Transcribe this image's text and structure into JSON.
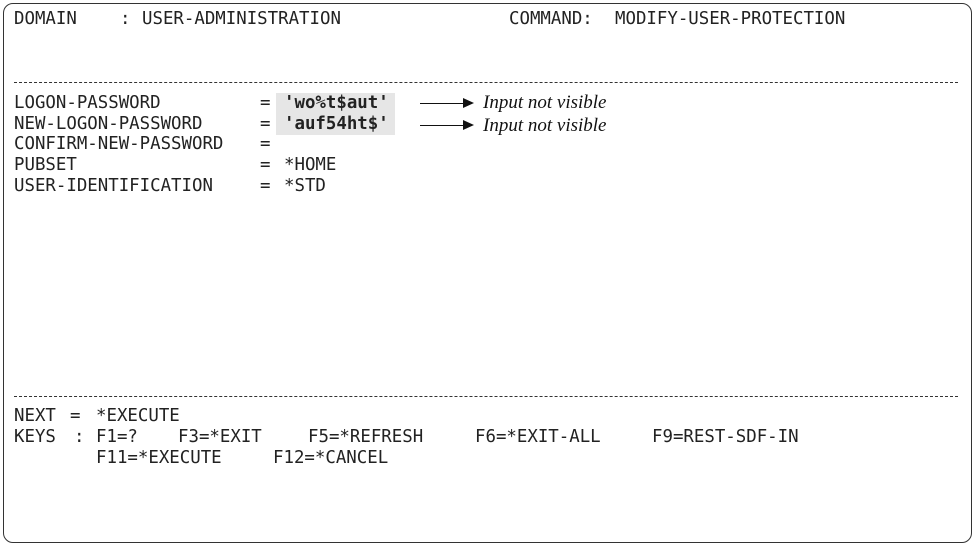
{
  "header": {
    "domain_label": "DOMAIN",
    "domain_sep": ":",
    "domain_value": "USER-ADMINISTRATION",
    "command_label": "COMMAND:",
    "command_value": "MODIFY-USER-PROTECTION"
  },
  "params": [
    {
      "name": "LOGON-PASSWORD",
      "eq": "=",
      "value": "'wo%t$aut'",
      "note": "Input not visible"
    },
    {
      "name": "NEW-LOGON-PASSWORD",
      "eq": "=",
      "value": "'auf54ht$'",
      "note": "Input not visible"
    },
    {
      "name": "CONFIRM-NEW-PASSWORD",
      "eq": "=",
      "value": ""
    },
    {
      "name": "PUBSET",
      "eq": "=",
      "value": "*HOME"
    },
    {
      "name": "USER-IDENTIFICATION",
      "eq": "=",
      "value": "*STD"
    }
  ],
  "footer": {
    "next_label": "NEXT",
    "next_eq": "=",
    "next_value": "*EXECUTE",
    "keys_label": "KEYS",
    "keys_sep": ":",
    "keys_row1": [
      "F1=?",
      "F3=*EXIT",
      "F5=*REFRESH",
      "F6=*EXIT-ALL",
      "F9=REST-SDF-IN"
    ],
    "keys_row2": [
      "F11=*EXECUTE",
      "F12=*CANCEL"
    ]
  }
}
